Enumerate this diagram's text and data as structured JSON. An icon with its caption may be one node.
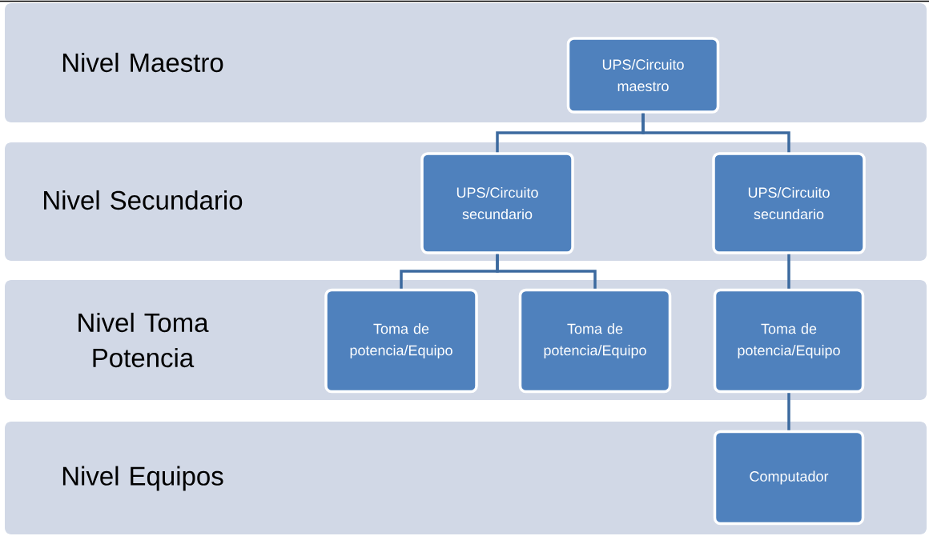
{
  "diagram": {
    "nodes": [
      {
        "text": [
          "Nivel Maestro"
        ]
      },
      {
        "text": [
          "UPS/Circuito maestro"
        ],
        "in": 0
      },
      {
        "text": [
          "Nivel Secundario"
        ]
      },
      {
        "text": [
          "UPS/Circuito secundario"
        ],
        "in": 2
      },
      {
        "text": [
          "UPS/Circuito secundario"
        ],
        "in": 2
      },
      {
        "text": [
          "Nivel Toma Potencia"
        ]
      },
      {
        "text": [
          "Toma de potencia/Equipo"
        ],
        "in": 5
      },
      {
        "text": [
          "Toma de potencia/Equipo"
        ],
        "in": 5
      },
      {
        "text": [
          "Toma de potencia/Equipo"
        ],
        "in": 5
      },
      {
        "text": [
          "Nivel Equipos"
        ]
      },
      {
        "text": [
          "Computador"
        ],
        "in": 9
      }
    ],
    "edges": [
      {
        "from": 1,
        "to": 3,
        "arrow": "none"
      },
      {
        "from": 1,
        "to": 4,
        "arrow": "none"
      },
      {
        "from": 3,
        "to": 6,
        "arrow": "none"
      },
      {
        "from": 3,
        "to": 7,
        "arrow": "none"
      },
      {
        "from": 4,
        "to": 8,
        "arrow": "none"
      },
      {
        "from": 8,
        "to": 10,
        "arrow": "none"
      }
    ]
  }
}
